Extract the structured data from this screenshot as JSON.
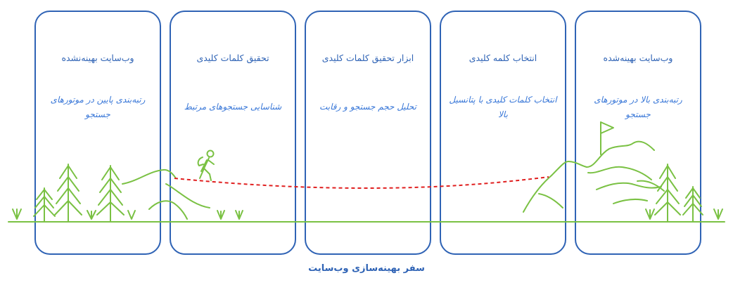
{
  "cards": [
    {
      "title": "وب‌سایت بهینه‌نشده",
      "desc": "رتبه‌بندی پایین در موتورهای جستجو"
    },
    {
      "title": "تحقیق کلمات کلیدی",
      "desc": "شناسایی جستجوهای مرتبط"
    },
    {
      "title": "ابزار تحقیق کلمات کلیدی",
      "desc": "تحلیل حجم جستجو و رقابت"
    },
    {
      "title": "انتخاب کلمه کلیدی",
      "desc": "انتخاب کلمات کلیدی با پتانسیل بالا"
    },
    {
      "title": "وب‌سایت بهینه‌شده",
      "desc": "رتبه‌بندی بالا در موتورهای جستجو"
    }
  ],
  "caption": "سفر بهینه‌سازی وب‌سایت",
  "colors": {
    "card_border": "#2f63b5",
    "text": "#3a78d8",
    "green": "#7ac143",
    "path": "#e02020"
  },
  "icons": [
    "hiker-icon",
    "flag-icon",
    "pine-tree-icon",
    "mountain-icon",
    "grass-icon"
  ]
}
